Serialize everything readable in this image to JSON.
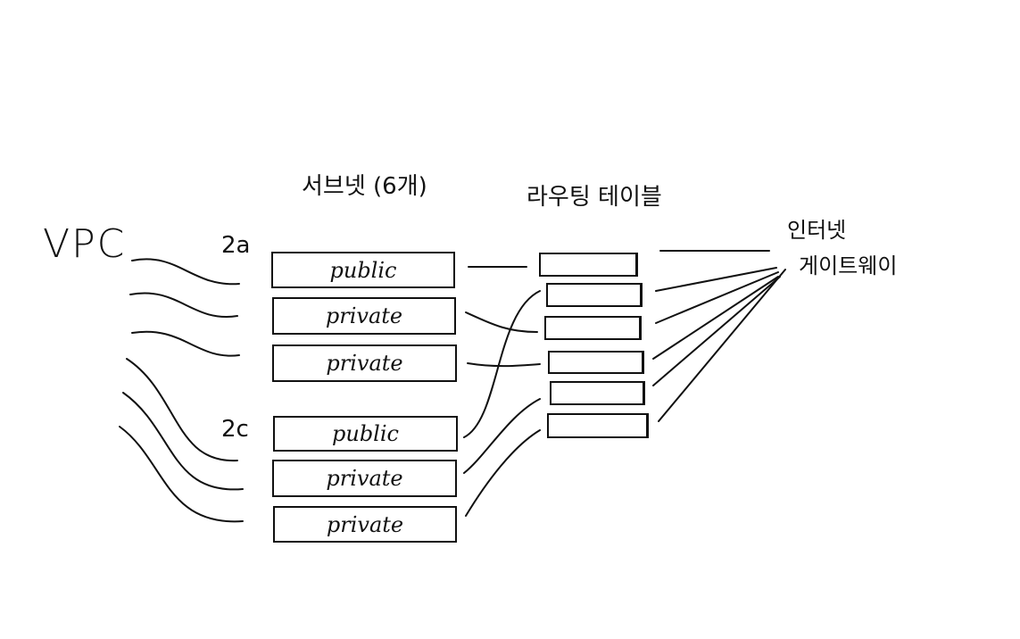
{
  "vpc": {
    "label": "VPC"
  },
  "subnets": {
    "title": "서브넷 (6개)",
    "az_labels": [
      "2a",
      "2c"
    ],
    "items": [
      {
        "label": "public"
      },
      {
        "label": "private"
      },
      {
        "label": "private"
      },
      {
        "label": "public"
      },
      {
        "label": "private"
      },
      {
        "label": "private"
      }
    ]
  },
  "routing_tables": {
    "title": "라우팅 테이블",
    "count": 6
  },
  "internet_gateway": {
    "line1": "인터넷",
    "line2": "게이트웨이"
  },
  "stroke_color": "#111111"
}
